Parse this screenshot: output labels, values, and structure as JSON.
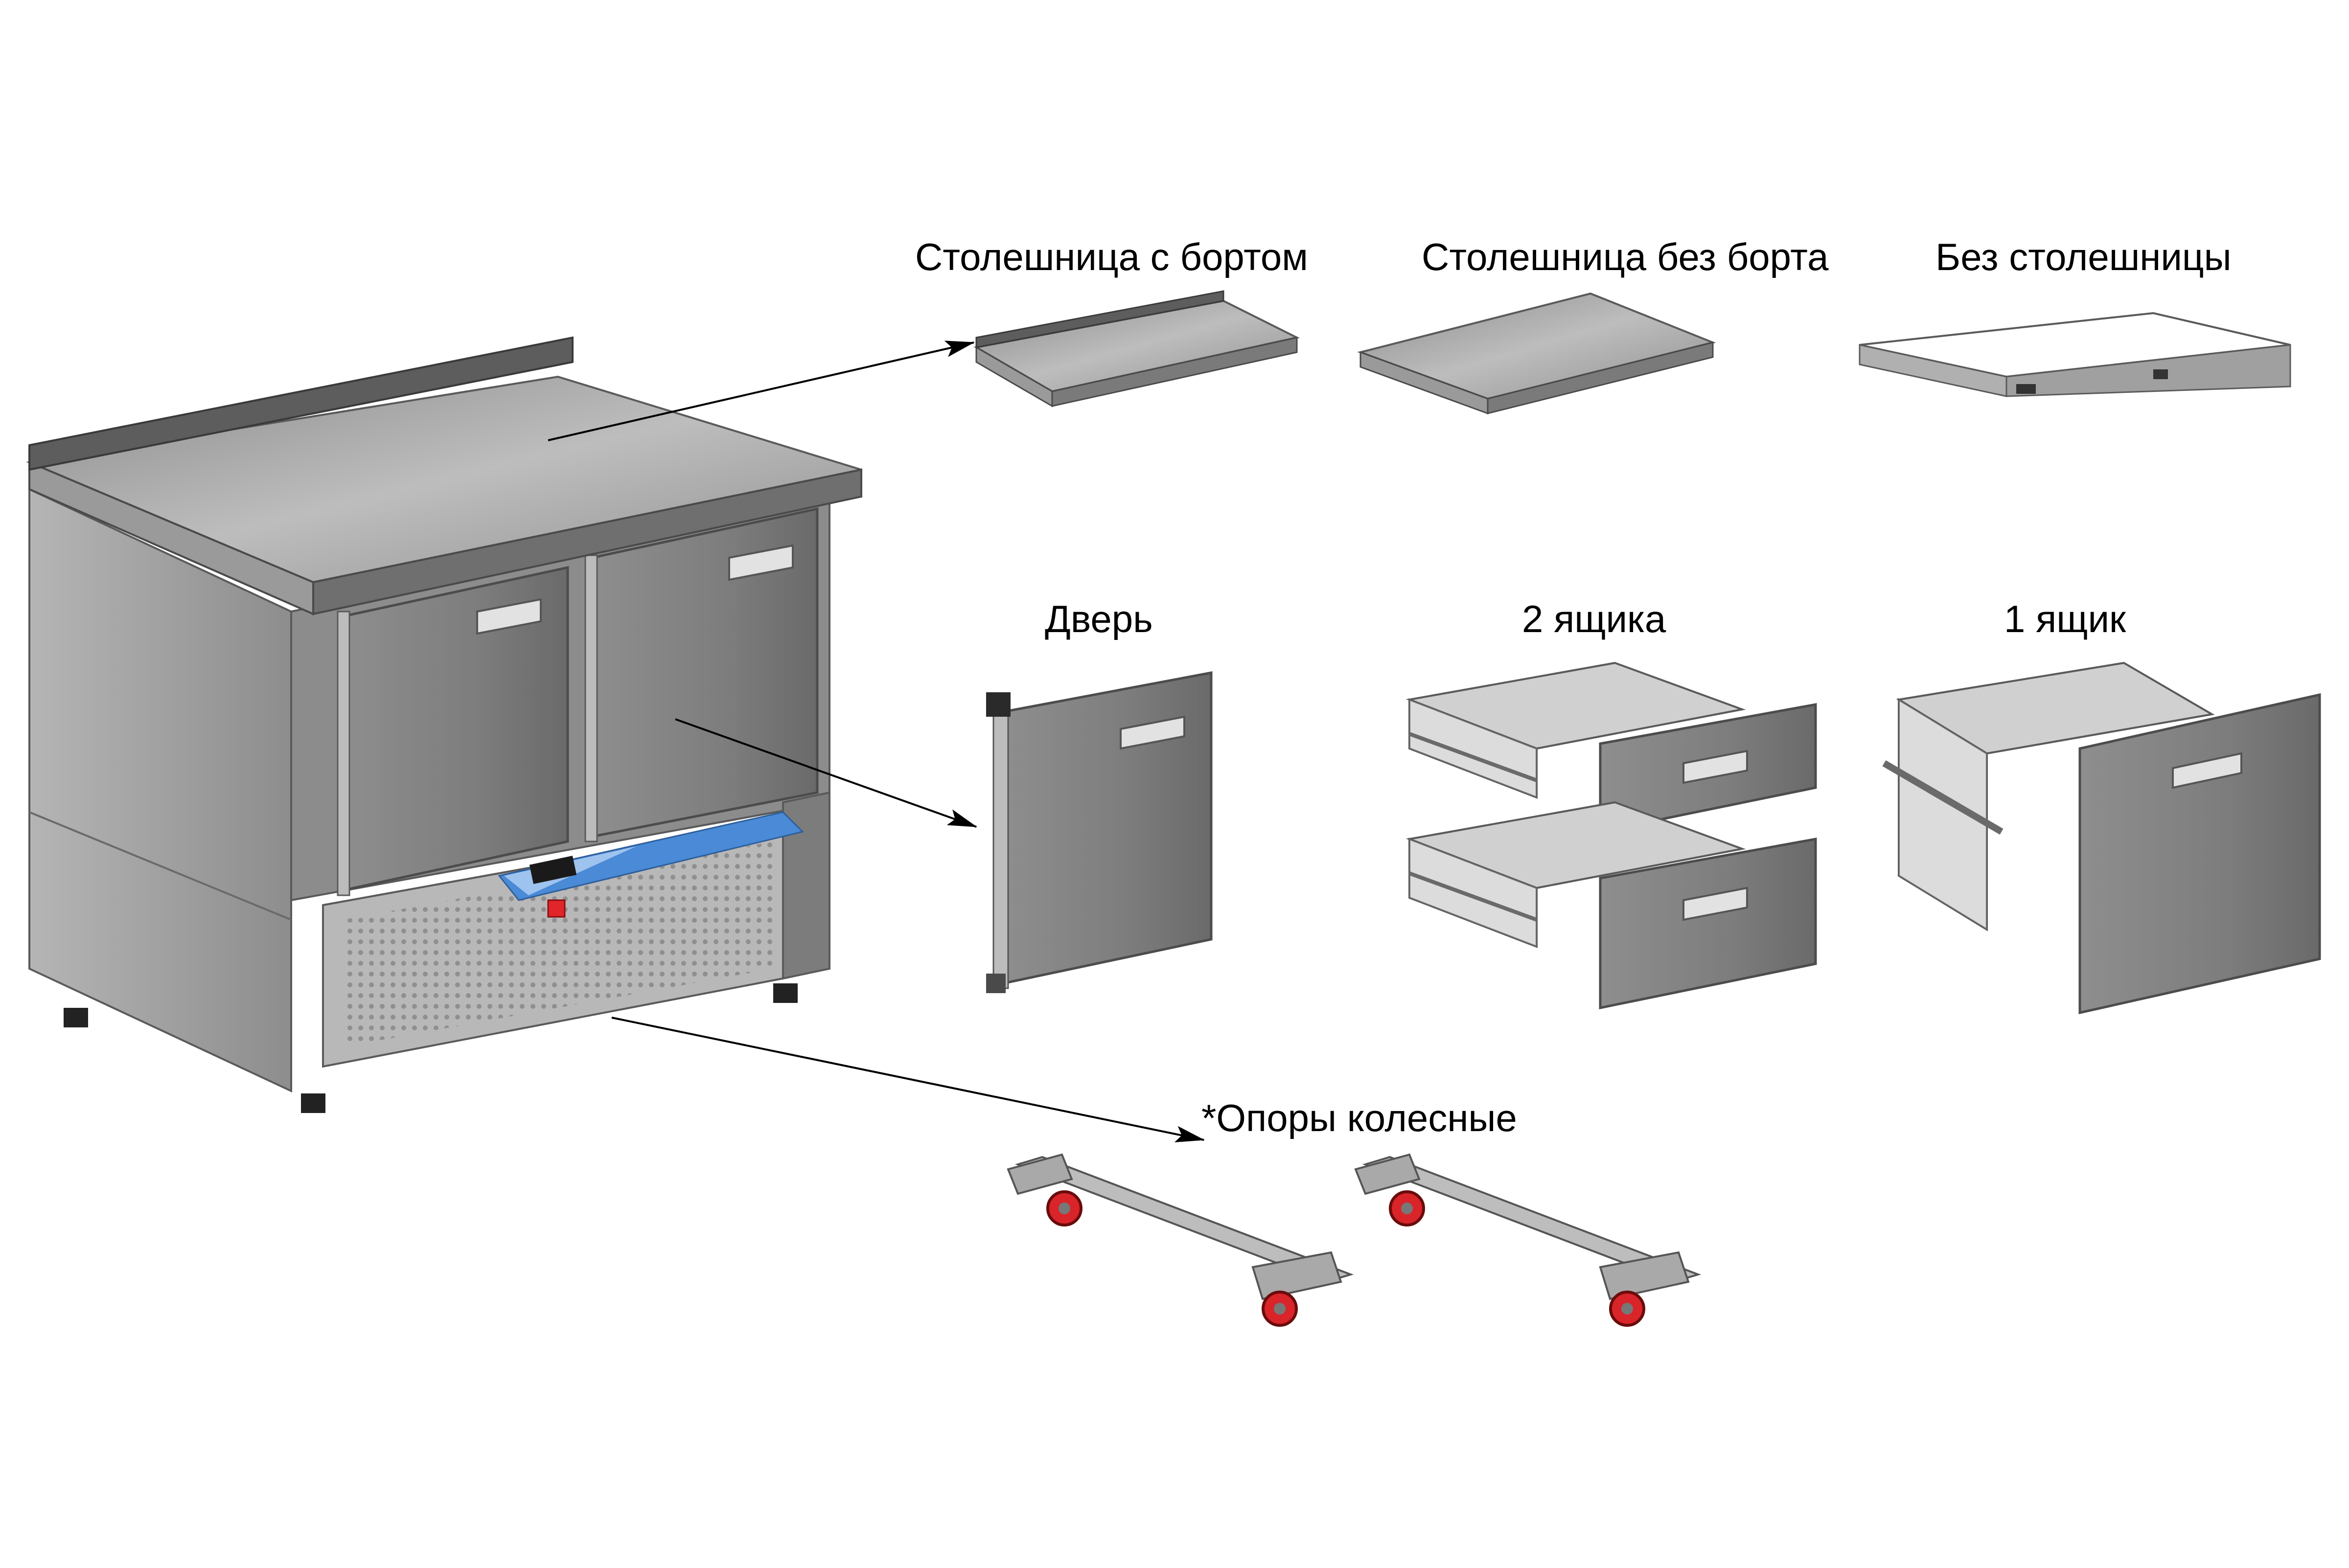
{
  "labels": {
    "top_with_rim": "Столешница с бортом",
    "top_without_rim": "Столешница без борта",
    "no_top": "Без столешницы",
    "door": "Дверь",
    "two_drawers": "2 ящика",
    "one_drawer": "1 ящик",
    "wheel_supports": "*Опоры колесные"
  },
  "colors": {
    "steel_light": "#c9c9c9",
    "steel_mid": "#9a9a9a",
    "steel_dark": "#6f6f6f",
    "panel_blue": "#4a8ad6",
    "wheel_red": "#d9242a",
    "arrow": "#000000"
  }
}
